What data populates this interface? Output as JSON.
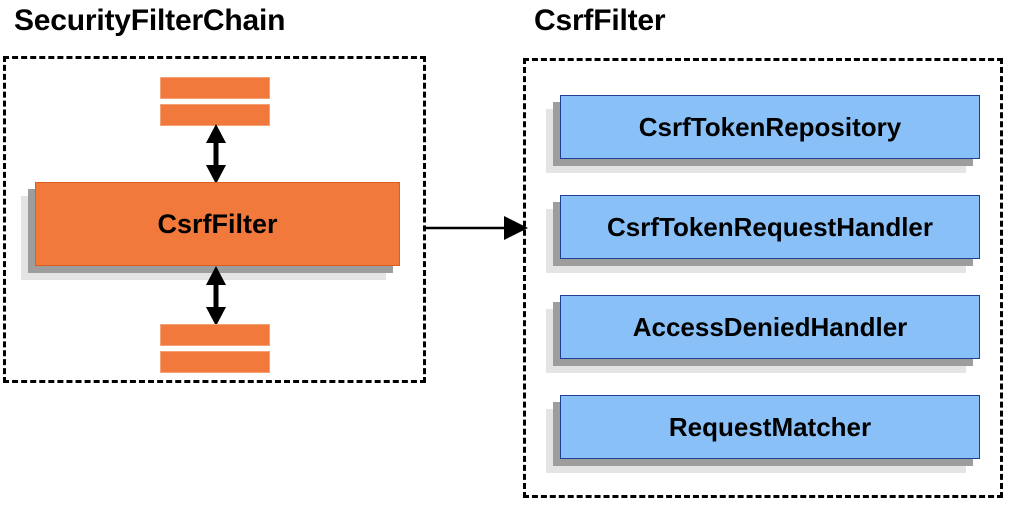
{
  "diagram": {
    "title_left": "SecurityFilterChain",
    "title_right": "CsrfFilter"
  },
  "left_panel": {
    "title": "SecurityFilterChain",
    "main_node": {
      "label": "CsrfFilter"
    },
    "filter_bars": [
      {
        "name": "filter-bar-top-1"
      },
      {
        "name": "filter-bar-top-2"
      },
      {
        "name": "filter-bar-bottom-1"
      },
      {
        "name": "filter-bar-bottom-2"
      }
    ],
    "arrows": [
      {
        "name": "bidirectional-arrow-above-csrffilter",
        "direction": "both"
      },
      {
        "name": "bidirectional-arrow-below-csrffilter",
        "direction": "both"
      }
    ]
  },
  "right_panel": {
    "title": "CsrfFilter",
    "collaborators": [
      {
        "label": "CsrfTokenRepository"
      },
      {
        "label": "CsrfTokenRequestHandler"
      },
      {
        "label": "AccessDeniedHandler"
      },
      {
        "label": "RequestMatcher"
      }
    ]
  },
  "connector": {
    "name": "expansion-arrow",
    "direction": "right"
  },
  "colors": {
    "orange_fill": "#f1793c",
    "orange_border": "#d85f23",
    "blue_fill": "#88c0f7",
    "blue_border": "#1f3f92",
    "shadow_near": "#9d9d9d",
    "shadow_far": "#e4e4e4",
    "outline": "#000000",
    "background": "#ffffff"
  }
}
